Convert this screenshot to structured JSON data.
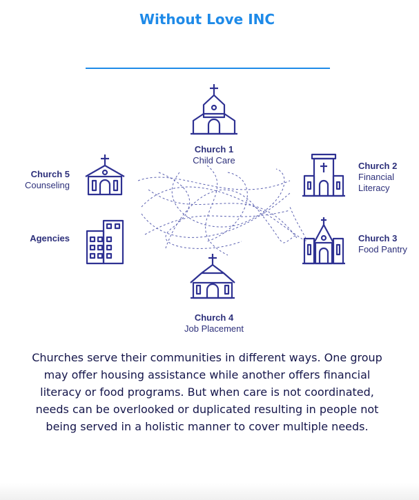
{
  "title": "Without Love INC",
  "nodes": {
    "church1": {
      "name": "Church 1",
      "service": "Child Care"
    },
    "church2": {
      "name": "Church 2",
      "service_line1": "Financial",
      "service_line2": "Literacy"
    },
    "church3": {
      "name": "Church 3",
      "service": "Food Pantry"
    },
    "church4": {
      "name": "Church 4",
      "service": "Job Placement"
    },
    "church5": {
      "name": "Church 5",
      "service": "Counseling"
    },
    "agencies": {
      "name": "Agencies"
    }
  },
  "description": "Churches serve their communities in different ways. One group may offer housing assistance while another offers financial literacy or food programs. But when care is not coordinated, needs can be overlooked or duplicated resulting in people not being served in a holistic manner to cover multiple needs.",
  "colors": {
    "title": "#1e8ae8",
    "icon": "#2e3192",
    "lines": "#5a60b0"
  }
}
